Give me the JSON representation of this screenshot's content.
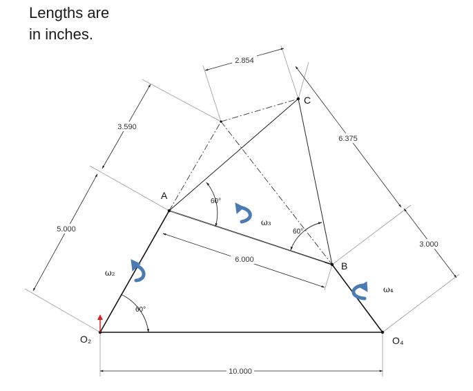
{
  "caption": {
    "line1": "Lengths are",
    "line2": "in inches."
  },
  "points": {
    "O2": "O₂",
    "A": "A",
    "B": "B",
    "C": "C",
    "O4": "O₄"
  },
  "dimensions": {
    "ground": "10.000",
    "coupler": "6.000",
    "crank_left": "5.000",
    "rocker_right": "3.000",
    "offset_top_left": "3.590",
    "offset_top": "2.854",
    "diag_right": "6.375"
  },
  "angles": {
    "at_O2": "60°",
    "at_A": "60°",
    "at_B": "60°"
  },
  "omegas": {
    "w2": "ω₂",
    "w3": "ω₃",
    "w4": "ω₄"
  },
  "colors": {
    "arrow": "#4a7bb5",
    "link": "#111111",
    "dim": "#888888",
    "origin_marker": "#e02020"
  }
}
